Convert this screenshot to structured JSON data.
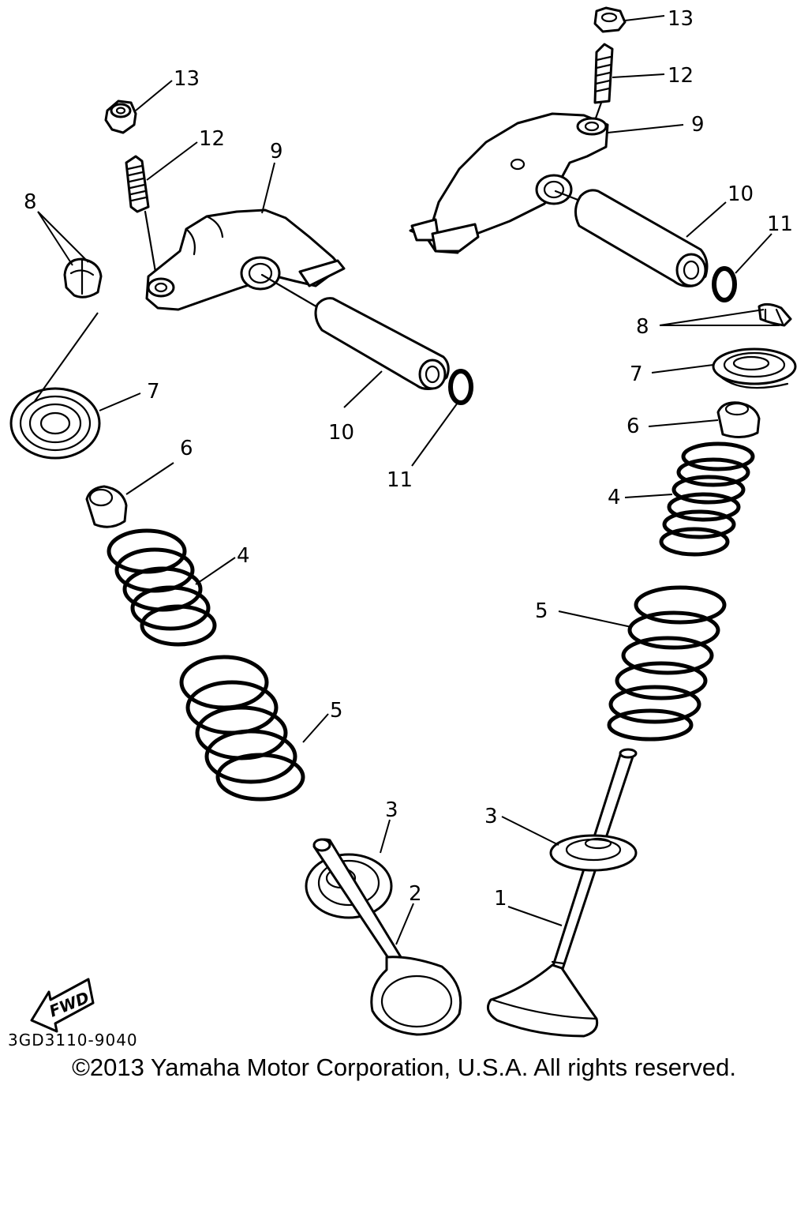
{
  "diagram": {
    "callouts": {
      "p1": "1",
      "p2": "2",
      "p3": "3",
      "p4": "4",
      "p5": "5",
      "p6": "6",
      "p7": "7",
      "p8": "8",
      "p9": "9",
      "p10": "10",
      "p11": "11",
      "p12": "12",
      "p13": "13"
    },
    "reference_code": "3GD3110-9040",
    "direction_marker": "FWD"
  },
  "footer": {
    "copyright": "©2013 Yamaha Motor Corporation, U.S.A. All rights reserved."
  }
}
